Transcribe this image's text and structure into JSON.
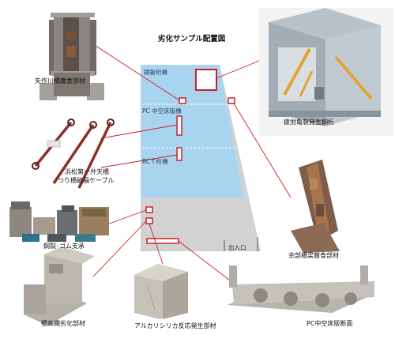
{
  "diagram": {
    "title": "劣化サンプル配置図",
    "zones": {
      "steel_girder": "鋼鈑桁橋",
      "pc_slab": "PC 中空床版橋",
      "rct_girder": "RCＴ桁橋"
    },
    "entrance": "出入口",
    "samples": {
      "yahagi": "矢作川橋腐食部材",
      "fatigue": "疲労亀裂発生鋼桁",
      "hamamatsu_line1": "浜松第一弁天橋",
      "hamamatsu_line2": "つり橋破損ケーブル",
      "bearing": "鋼製･ゴム支承",
      "surplus": "余部橋梁腐食部材",
      "balustrade": "壁高欄劣化部材",
      "asr": "アルカリシリカ反応発生部材",
      "pc_section": "PC中空床版断面"
    }
  },
  "colors": {
    "zone_fill": "#a9d4f0",
    "floor_fill": "#d2d2d2",
    "marker": "#cc1f2b",
    "leader": "#cc1f2b"
  }
}
